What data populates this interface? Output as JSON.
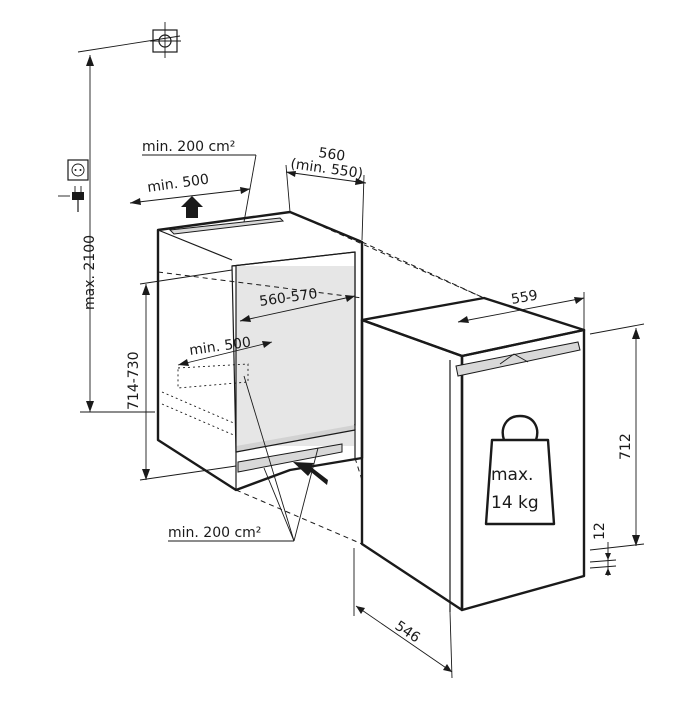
{
  "labels": {
    "vent_top_area": "min. 200 cm²",
    "vent_top_depth": "min. 500",
    "niche_width": "560",
    "niche_width_min": "(min. 550)",
    "inner_width": "560-570",
    "vent_bottom_depth": "min. 500",
    "vent_bottom_area": "min. 200 cm²",
    "niche_height": "714-730",
    "max_height": "max. 2100",
    "appliance_width": "559",
    "appliance_height": "712",
    "appliance_depth": "546",
    "door_offset": "12",
    "weight_line1": "max.",
    "weight_line2": "14 kg"
  },
  "icons": [
    "sanitary-connection-icon",
    "power-socket-icon",
    "plug-icon",
    "weight-icon",
    "airflow-arrow-icon"
  ]
}
